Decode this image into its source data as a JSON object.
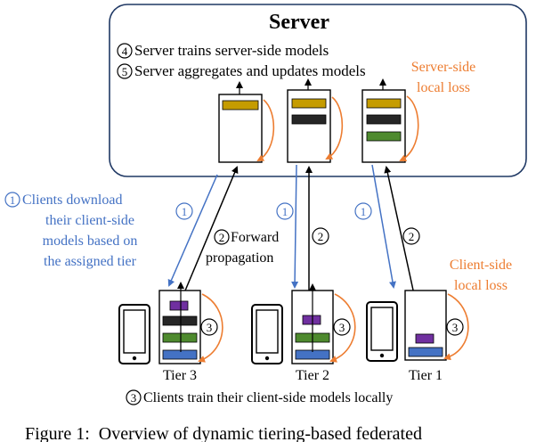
{
  "server": {
    "title": "Server",
    "step4": {
      "num": "4",
      "text": "Server trains server-side models"
    },
    "step5": {
      "num": "5",
      "text": "Server aggregates and updates models"
    },
    "local_loss": [
      "Server-side",
      "local loss"
    ]
  },
  "client": {
    "download": {
      "num": "1",
      "lines": [
        "Clients download",
        "their client-side",
        "models based on",
        "the assigned tier"
      ]
    },
    "forward": {
      "num": "2",
      "lines": [
        "Forward",
        "propagation"
      ]
    },
    "local_loss": [
      "Client-side",
      "local loss"
    ],
    "train": {
      "num": "3",
      "text": "Clients train their client-side models locally"
    },
    "tiers": [
      "Tier 3",
      "Tier 2",
      "Tier 1"
    ]
  },
  "caption": "Figure 1:  Overview of dynamic tiering-based federated",
  "colors": {
    "blue": "#4472c4",
    "orange": "#ed7d31",
    "gold": "#c59c00",
    "dark": "#262626",
    "green": "#4e8a2e",
    "purple": "#7030a0",
    "layer_blue": "#4472c4"
  }
}
